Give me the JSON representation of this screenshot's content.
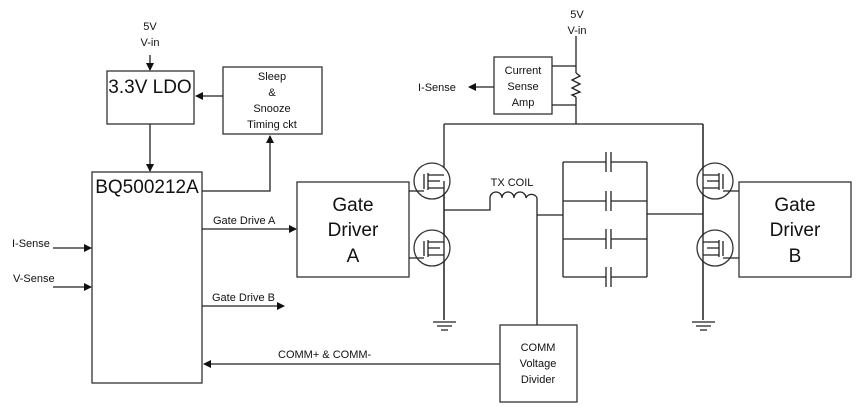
{
  "ldo": {
    "vin_top": "5V",
    "vin_bottom": "V-in",
    "label": "3.3V LDO"
  },
  "sleep": {
    "lines": [
      "Sleep",
      "&",
      "Snooze",
      "Timing ckt"
    ]
  },
  "controller": {
    "label": "BQ500212A"
  },
  "inputs": {
    "i_sense": "I-Sense",
    "v_sense": "V-Sense"
  },
  "outputs": {
    "gate_drive_a": "Gate Drive A",
    "gate_drive_b": "Gate Drive B",
    "comm": "COMM+ & COMM-"
  },
  "gate_driver_a": {
    "lines": [
      "Gate",
      "Driver",
      "A"
    ]
  },
  "gate_driver_b": {
    "lines": [
      "Gate",
      "Driver",
      "B"
    ]
  },
  "supply": {
    "vin_top": "5V",
    "vin_bottom": "V-in"
  },
  "current_sense": {
    "lines": [
      "Current",
      "Sense",
      "Amp"
    ],
    "output": "I-Sense"
  },
  "coil": {
    "label": "TX COIL"
  },
  "comm_divider": {
    "lines": [
      "COMM",
      "Voltage",
      "Divider"
    ]
  }
}
